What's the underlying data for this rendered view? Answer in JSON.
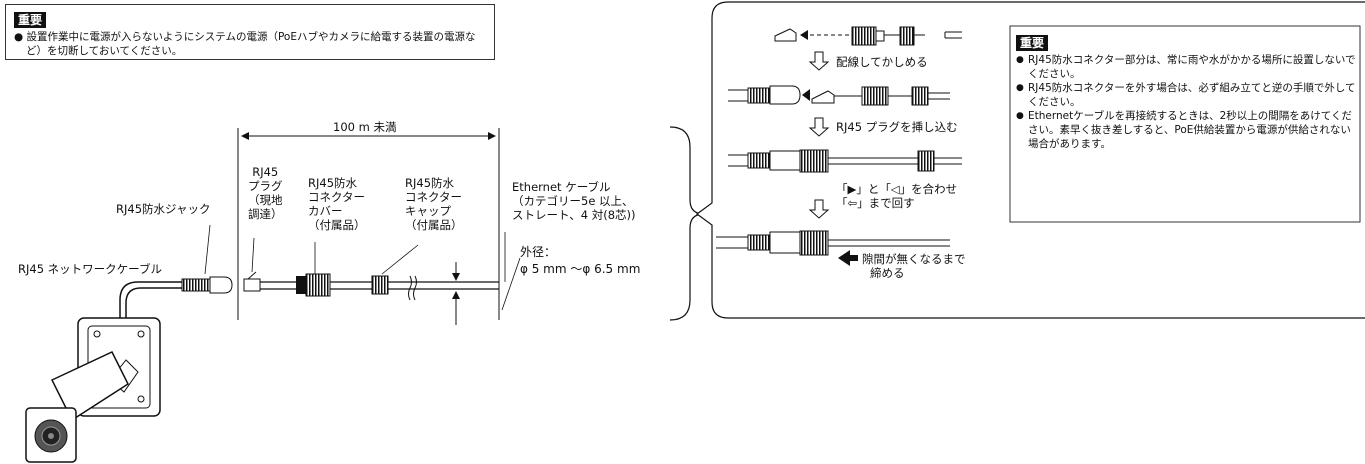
{
  "top_note": {
    "badge": "重要",
    "lines": [
      "● 設置作業中に電源が入らないようにシステムの電源（PoEハブやカメラに給電する装置の電源な",
      "ど）を切断しておいてください。"
    ]
  },
  "diagram": {
    "length_label": "100 m 未満",
    "jack_label": "RJ45防水ジャック",
    "network_cable_label": "RJ45 ネットワークケーブル",
    "plug_label": [
      "RJ45",
      "プラグ",
      "（現地",
      "調達）"
    ],
    "cover_label": [
      "RJ45防水",
      "コネクター",
      "カバー",
      "（付属品）"
    ],
    "cap_label": [
      "RJ45防水",
      "コネクター",
      "キャップ",
      "（付属品）"
    ],
    "ethernet_label": [
      "Ethernet ケーブル",
      "（カテゴリー5e 以上、",
      "ストレート、4 対(8芯))"
    ],
    "outer_diameter_label": [
      "外径：",
      "φ 5 mm ～φ 6.5 mm"
    ]
  },
  "steps": {
    "step1": "配線してかしめる",
    "step2": "RJ45 プラグを挿し込む",
    "step3": [
      "「▶」と「◁」を合わせ",
      "「⇦」まで回す"
    ],
    "step4": [
      "隙間が無くなるまで",
      "締める"
    ]
  },
  "right_note": {
    "badge": "重要",
    "items": [
      "RJ45防水コネクター部分は、常に雨や水がかかる場所に設置しないでください。",
      "RJ45防水コネクターを外す場合は、必ず組み立てと逆の手順で外してください。",
      "Ethernetケーブルを再接続するときは、2秒以上の間隔をあけてください。素早く抜き差しすると、PoE供給装置から電源が供給されない場合があります。"
    ]
  }
}
